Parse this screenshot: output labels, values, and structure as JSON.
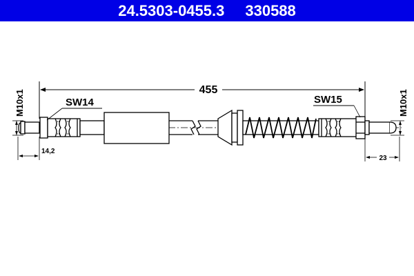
{
  "header": {
    "part_number": "24.5303-0455.3",
    "ref_number": "330588",
    "background_color": "#0000e6",
    "text_color": "#ffffff"
  },
  "diagram": {
    "type": "brake hose technical drawing",
    "overall_length_label": "455",
    "left_thread_label": "M10x1",
    "right_thread_label": "M10x1",
    "left_wrench_size_label": "SW14",
    "right_wrench_size_label": "SW15",
    "left_dimension_label": "14,2",
    "right_dimension_label": "23"
  }
}
